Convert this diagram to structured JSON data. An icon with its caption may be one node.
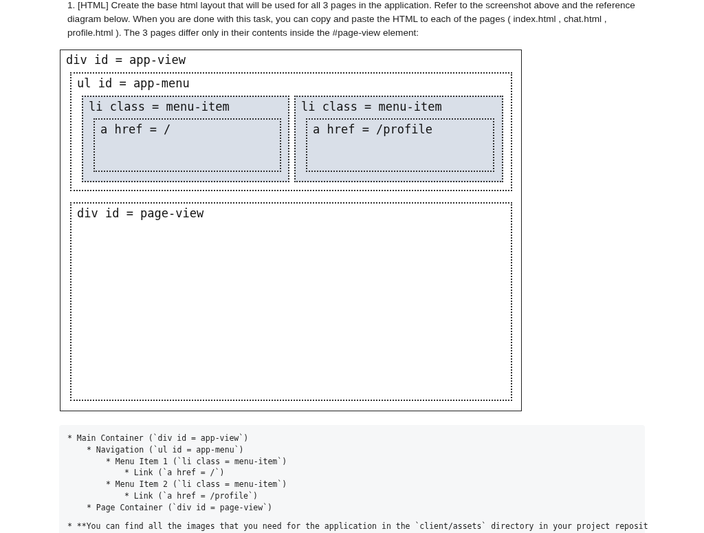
{
  "diagram": {
    "nodes": [
      {
        "text": [
          "div id = app-view"
        ]
      },
      {
        "text": [
          "ul id = app-menu"
        ],
        "in": 0
      },
      {
        "text": [
          "li class = menu-item"
        ],
        "in": 1
      },
      {
        "text": [
          "a href = /"
        ],
        "in": 2
      },
      {
        "text": [
          "li class = menu-item"
        ],
        "in": 1
      },
      {
        "text": [
          "a href = /profile"
        ],
        "in": 4
      },
      {
        "text": [
          "div id = page-view"
        ],
        "in": 0
      }
    ],
    "edges": [],
    "labels": [
      "1. [HTML] Create the base html layout that will be used for all 3 pages in the application. Refer to the screenshot above and the reference diagram below. When you are done with this task, you can copy and paste the HTML to each of the pages ( index.html , chat.html , profile.html ). The 3 pages differ only in their contents inside the #page-view element:",
      "* Main Container (`div id = app-view`)",
      "* Navigation (`ul id = app-menu`)",
      "* Menu Item 1 (`li class = menu-item`)",
      "* Link (`a href = /`)",
      "* Menu Item 2 (`li class = menu-item`)",
      "* Link (`a href = /profile`)",
      "* Page Container (`div id = page-view`)",
      "* **You can find all the images that you need for the application in the `client/assets` directory in your project reposit"
    ]
  }
}
